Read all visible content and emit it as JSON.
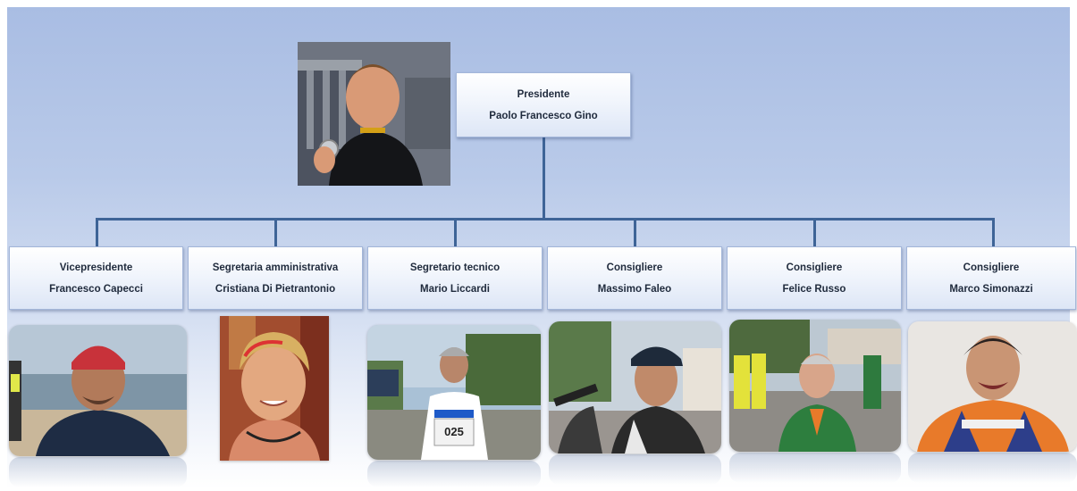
{
  "president": {
    "role": "Presidente",
    "name": "Paolo Francesco Gino"
  },
  "members": [
    {
      "role": "Vicepresidente",
      "name": "Francesco Capecci"
    },
    {
      "role": "Segretaria amministrativa",
      "name": "Cristiana Di Pietrantonio"
    },
    {
      "role": "Segretario tecnico",
      "name": "Mario Liccardi"
    },
    {
      "role": "Consigliere",
      "name": "Massimo Faleo"
    },
    {
      "role": "Consigliere",
      "name": "Felice Russo"
    },
    {
      "role": "Consigliere",
      "name": "Marco Simonazzi"
    }
  ],
  "bib_number": "025",
  "colors": {
    "connector": "#3e6497",
    "background_top": "#a9bde3",
    "box_border": "#a3b6d9"
  }
}
